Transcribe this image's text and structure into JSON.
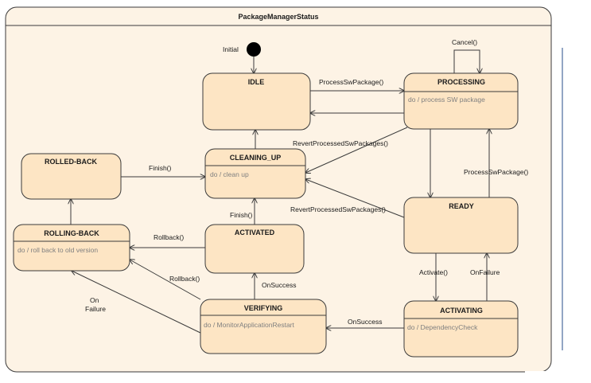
{
  "diagram": {
    "title": "PackageManagerStatus",
    "initial_label": "Initial",
    "colors": {
      "frame_fill": "#fdf3e5",
      "state_fill": "#fde5c4",
      "stroke": "#3a3a3a",
      "accent_line": "#4a6a9c"
    },
    "states": [
      {
        "id": "idle",
        "name": "IDLE",
        "activity": ""
      },
      {
        "id": "processing",
        "name": "PROCESSING",
        "activity": "do / process SW package"
      },
      {
        "id": "cleaning-up",
        "name": "CLEANING_UP",
        "activity": "do / clean up"
      },
      {
        "id": "rolled-back",
        "name": "ROLLED-BACK",
        "activity": ""
      },
      {
        "id": "ready",
        "name": "READY",
        "activity": ""
      },
      {
        "id": "rolling-back",
        "name": "ROLLING-BACK",
        "activity": "do / roll back to old version"
      },
      {
        "id": "activated",
        "name": "ACTIVATED",
        "activity": ""
      },
      {
        "id": "verifying",
        "name": "VERIFYING",
        "activity": "do / MonitorApplicationRestart"
      },
      {
        "id": "activating",
        "name": "ACTIVATING",
        "activity": "do / DependencyCheck"
      }
    ],
    "transitions": [
      {
        "id": "t-process",
        "label": "ProcessSwPackage()"
      },
      {
        "id": "t-cancel",
        "label": "Cancel()"
      },
      {
        "id": "t-revert1",
        "label": "RevertProcessedSwPackages()"
      },
      {
        "id": "t-revert2",
        "label": "RevertProcessedSwPackages()"
      },
      {
        "id": "t-finish-rb",
        "label": "Finish()"
      },
      {
        "id": "t-process2",
        "label": "ProcessSwPackage()"
      },
      {
        "id": "t-finish-act",
        "label": "Finish()"
      },
      {
        "id": "t-rollback1",
        "label": "Rollback()"
      },
      {
        "id": "t-rollback2",
        "label": "Rollback()"
      },
      {
        "id": "t-activate",
        "label": "Activate()"
      },
      {
        "id": "t-onfailure",
        "label": "OnFailure"
      },
      {
        "id": "t-onsuccess-v",
        "label": "OnSuccess"
      },
      {
        "id": "t-onsuccess-a",
        "label": "OnSuccess"
      },
      {
        "id": "t-verify-fail-1",
        "label": "On"
      },
      {
        "id": "t-verify-fail-2",
        "label": "Failure"
      }
    ]
  }
}
